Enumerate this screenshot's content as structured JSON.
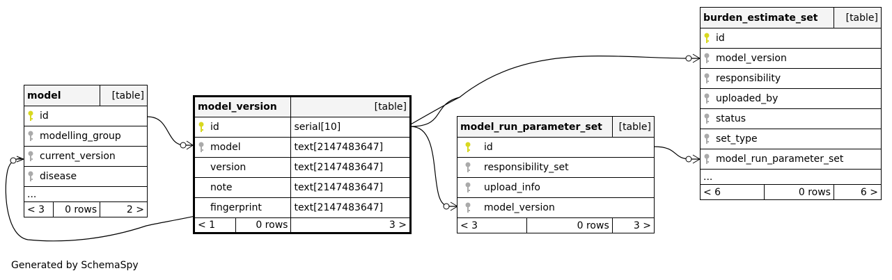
{
  "colors": {
    "primary_key": "#d8d820",
    "foreign_key": "#aaaaaa",
    "header_bg": "#f4f4f4"
  },
  "tables": {
    "model": {
      "name": "model",
      "kind": "[table]",
      "columns": [
        {
          "name": "id",
          "icon": "primary-key-icon"
        },
        {
          "name": "modelling_group",
          "icon": "foreign-key-icon"
        },
        {
          "name": "current_version",
          "icon": "foreign-key-icon"
        },
        {
          "name": "disease",
          "icon": "foreign-key-icon"
        }
      ],
      "ellipsis": "...",
      "footer": {
        "left": "< 3",
        "mid": "0 rows",
        "right": "2 >"
      }
    },
    "model_version": {
      "name": "model_version",
      "kind": "[table]",
      "columns": [
        {
          "name": "id",
          "type": "serial[10]",
          "icon": "primary-key-icon"
        },
        {
          "name": "model",
          "type": "text[2147483647]",
          "icon": "foreign-key-icon"
        },
        {
          "name": "version",
          "type": "text[2147483647]"
        },
        {
          "name": "note",
          "type": "text[2147483647]"
        },
        {
          "name": "fingerprint",
          "type": "text[2147483647]"
        }
      ],
      "footer": {
        "left": "< 1",
        "mid": "0 rows",
        "right": "3 >"
      }
    },
    "model_run_parameter_set": {
      "name": "model_run_parameter_set",
      "kind": "[table]",
      "columns": [
        {
          "name": "id",
          "icon": "primary-key-icon"
        },
        {
          "name": "responsibility_set",
          "icon": "foreign-key-icon"
        },
        {
          "name": "upload_info",
          "icon": "foreign-key-icon"
        },
        {
          "name": "model_version",
          "icon": "foreign-key-icon"
        }
      ],
      "footer": {
        "left": "< 3",
        "mid": "0 rows",
        "right": "3 >"
      }
    },
    "burden_estimate_set": {
      "name": "burden_estimate_set",
      "kind": "[table]",
      "columns": [
        {
          "name": "id",
          "icon": "primary-key-icon"
        },
        {
          "name": "model_version",
          "icon": "foreign-key-icon"
        },
        {
          "name": "responsibility",
          "icon": "foreign-key-icon"
        },
        {
          "name": "uploaded_by",
          "icon": "foreign-key-icon"
        },
        {
          "name": "status",
          "icon": "foreign-key-icon"
        },
        {
          "name": "set_type",
          "icon": "foreign-key-icon"
        },
        {
          "name": "model_run_parameter_set",
          "icon": "foreign-key-icon"
        }
      ],
      "ellipsis": "...",
      "footer": {
        "left": "< 6",
        "mid": "0 rows",
        "right": "6 >"
      }
    }
  },
  "credit": "Generated by SchemaSpy"
}
